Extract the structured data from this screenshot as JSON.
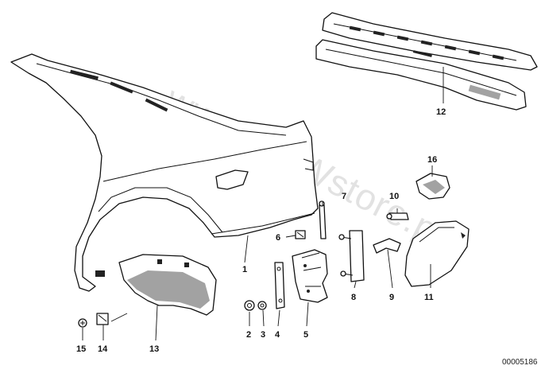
{
  "diagram": {
    "callouts": {
      "c1": "1",
      "c2": "2",
      "c3": "3",
      "c4": "4",
      "c5": "5",
      "c6": "6",
      "c7": "7",
      "c8": "8",
      "c9": "9",
      "c10": "10",
      "c11": "11",
      "c12": "12",
      "c13": "13",
      "c14": "14",
      "c15": "15",
      "c16": "16"
    },
    "watermark": "www.BMWstore.pl",
    "document_id": "00005186"
  }
}
